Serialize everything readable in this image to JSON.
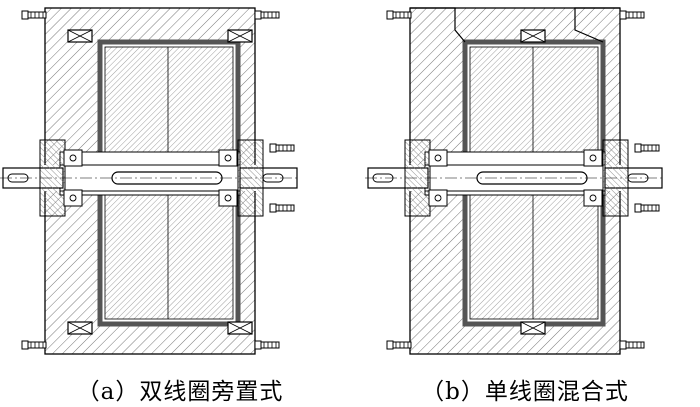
{
  "figure": {
    "panels": [
      {
        "id": "a",
        "caption": "（a）双线圈旁置式"
      },
      {
        "id": "b",
        "caption": "（b）单线圈混合式"
      }
    ],
    "colors": {
      "line": "#000000",
      "coil_border": "#555555",
      "hatch": "#777777",
      "background": "#ffffff"
    }
  }
}
